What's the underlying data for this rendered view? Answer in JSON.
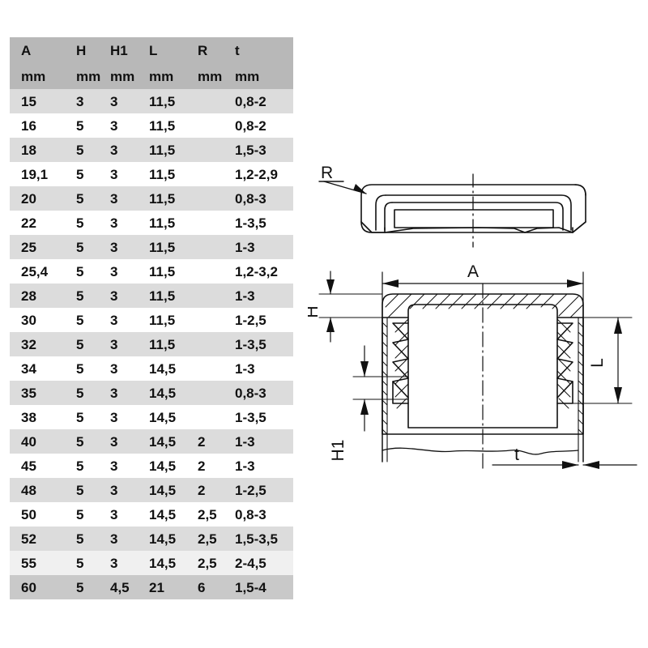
{
  "table": {
    "headers": [
      "A",
      "H",
      "H1",
      "L",
      "R",
      "t"
    ],
    "units": [
      "mm",
      "mm",
      "mm",
      "mm",
      "mm",
      "mm"
    ],
    "rows": [
      {
        "A": "15",
        "H": "3",
        "H1": "3",
        "L": "11,5",
        "R": "",
        "t": "0,8-2"
      },
      {
        "A": "16",
        "H": "5",
        "H1": "3",
        "L": "11,5",
        "R": "",
        "t": "0,8-2"
      },
      {
        "A": "18",
        "H": "5",
        "H1": "3",
        "L": "11,5",
        "R": "",
        "t": "1,5-3"
      },
      {
        "A": "19,1",
        "H": "5",
        "H1": "3",
        "L": "11,5",
        "R": "",
        "t": "1,2-2,9"
      },
      {
        "A": "20",
        "H": "5",
        "H1": "3",
        "L": "11,5",
        "R": "",
        "t": "0,8-3"
      },
      {
        "A": "22",
        "H": "5",
        "H1": "3",
        "L": "11,5",
        "R": "",
        "t": "1-3,5"
      },
      {
        "A": "25",
        "H": "5",
        "H1": "3",
        "L": "11,5",
        "R": "",
        "t": "1-3"
      },
      {
        "A": "25,4",
        "H": "5",
        "H1": "3",
        "L": "11,5",
        "R": "",
        "t": "1,2-3,2"
      },
      {
        "A": "28",
        "H": "5",
        "H1": "3",
        "L": "11,5",
        "R": "",
        "t": "1-3"
      },
      {
        "A": "30",
        "H": "5",
        "H1": "3",
        "L": "11,5",
        "R": "",
        "t": "1-2,5"
      },
      {
        "A": "32",
        "H": "5",
        "H1": "3",
        "L": "11,5",
        "R": "",
        "t": "1-3,5"
      },
      {
        "A": "34",
        "H": "5",
        "H1": "3",
        "L": "14,5",
        "R": "",
        "t": "1-3"
      },
      {
        "A": "35",
        "H": "5",
        "H1": "3",
        "L": "14,5",
        "R": "",
        "t": "0,8-3"
      },
      {
        "A": "38",
        "H": "5",
        "H1": "3",
        "L": "14,5",
        "R": "",
        "t": "1-3,5"
      },
      {
        "A": "40",
        "H": "5",
        "H1": "3",
        "L": "14,5",
        "R": "2",
        "t": "1-3"
      },
      {
        "A": "45",
        "H": "5",
        "H1": "3",
        "L": "14,5",
        "R": "2",
        "t": "1-3"
      },
      {
        "A": "48",
        "H": "5",
        "H1": "3",
        "L": "14,5",
        "R": "2",
        "t": "1-2,5"
      },
      {
        "A": "50",
        "H": "5",
        "H1": "3",
        "L": "14,5",
        "R": "2,5",
        "t": "0,8-3"
      },
      {
        "A": "52",
        "H": "5",
        "H1": "3",
        "L": "14,5",
        "R": "2,5",
        "t": "1,5-3,5"
      },
      {
        "A": "55",
        "H": "5",
        "H1": "3",
        "L": "14,5",
        "R": "2,5",
        "t": "2-4,5"
      },
      {
        "A": "60",
        "H": "5",
        "H1": "4,5",
        "L": "21",
        "R": "6",
        "t": "1,5-4"
      }
    ]
  },
  "drawing": {
    "top_view": {
      "radius_label": "R"
    },
    "section_view": {
      "width_label": "A",
      "head_height_label": "H",
      "flange_height_label": "H1",
      "leg_length_label": "L",
      "wall_thickness_label": "t"
    }
  },
  "colors": {
    "header_bg": "#b8b8b8",
    "row_shade_bg": "#dcdcdc",
    "row_plain_bg": "#ffffff",
    "row_last_bg": "#c9c9c9",
    "line": "#111111",
    "page_bg": "#ffffff"
  }
}
